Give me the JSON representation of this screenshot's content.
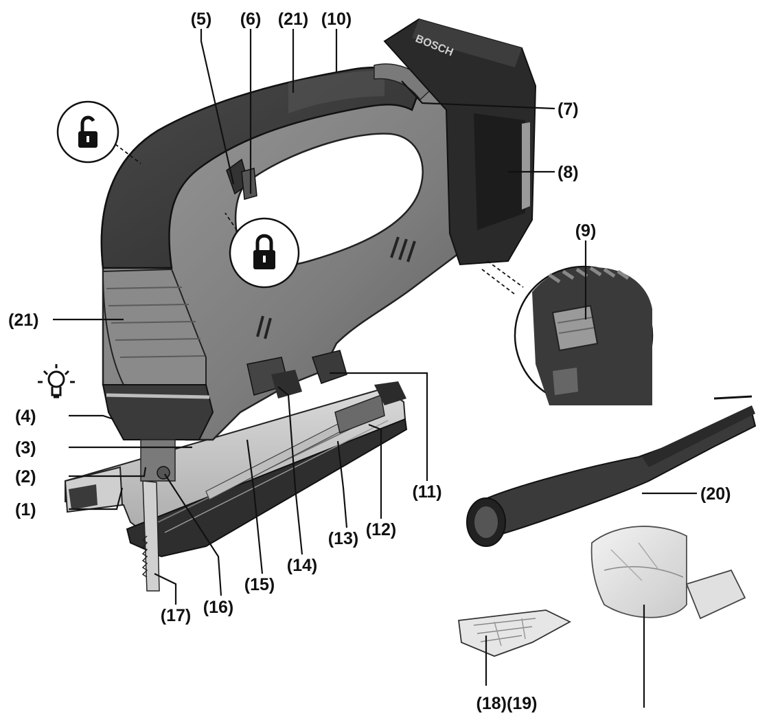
{
  "figure": {
    "brand_text": "BOSCH",
    "callouts": {
      "c1": "(1)",
      "c2": "(2)",
      "c3": "(3)",
      "c4": "(4)",
      "c5": "(5)",
      "c6": "(6)",
      "c7": "(7)",
      "c8": "(8)",
      "c9": "(9)",
      "c10": "(10)",
      "c11": "(11)",
      "c12": "(12)",
      "c13": "(13)",
      "c14": "(14)",
      "c15": "(15)",
      "c16": "(16)",
      "c17": "(17)",
      "c18_19": "(18)(19)",
      "c20": "(20)",
      "c21_top": "(21)",
      "c21_side": "(21)"
    },
    "icons": [
      "unlocked-padlock-icon",
      "locked-padlock-icon",
      "work-light-bulb-icon"
    ],
    "colors": {
      "body": "#8c8c8c",
      "grip": "#3c3c3c",
      "battery": "#2a2a2a",
      "line": "#111111"
    }
  }
}
